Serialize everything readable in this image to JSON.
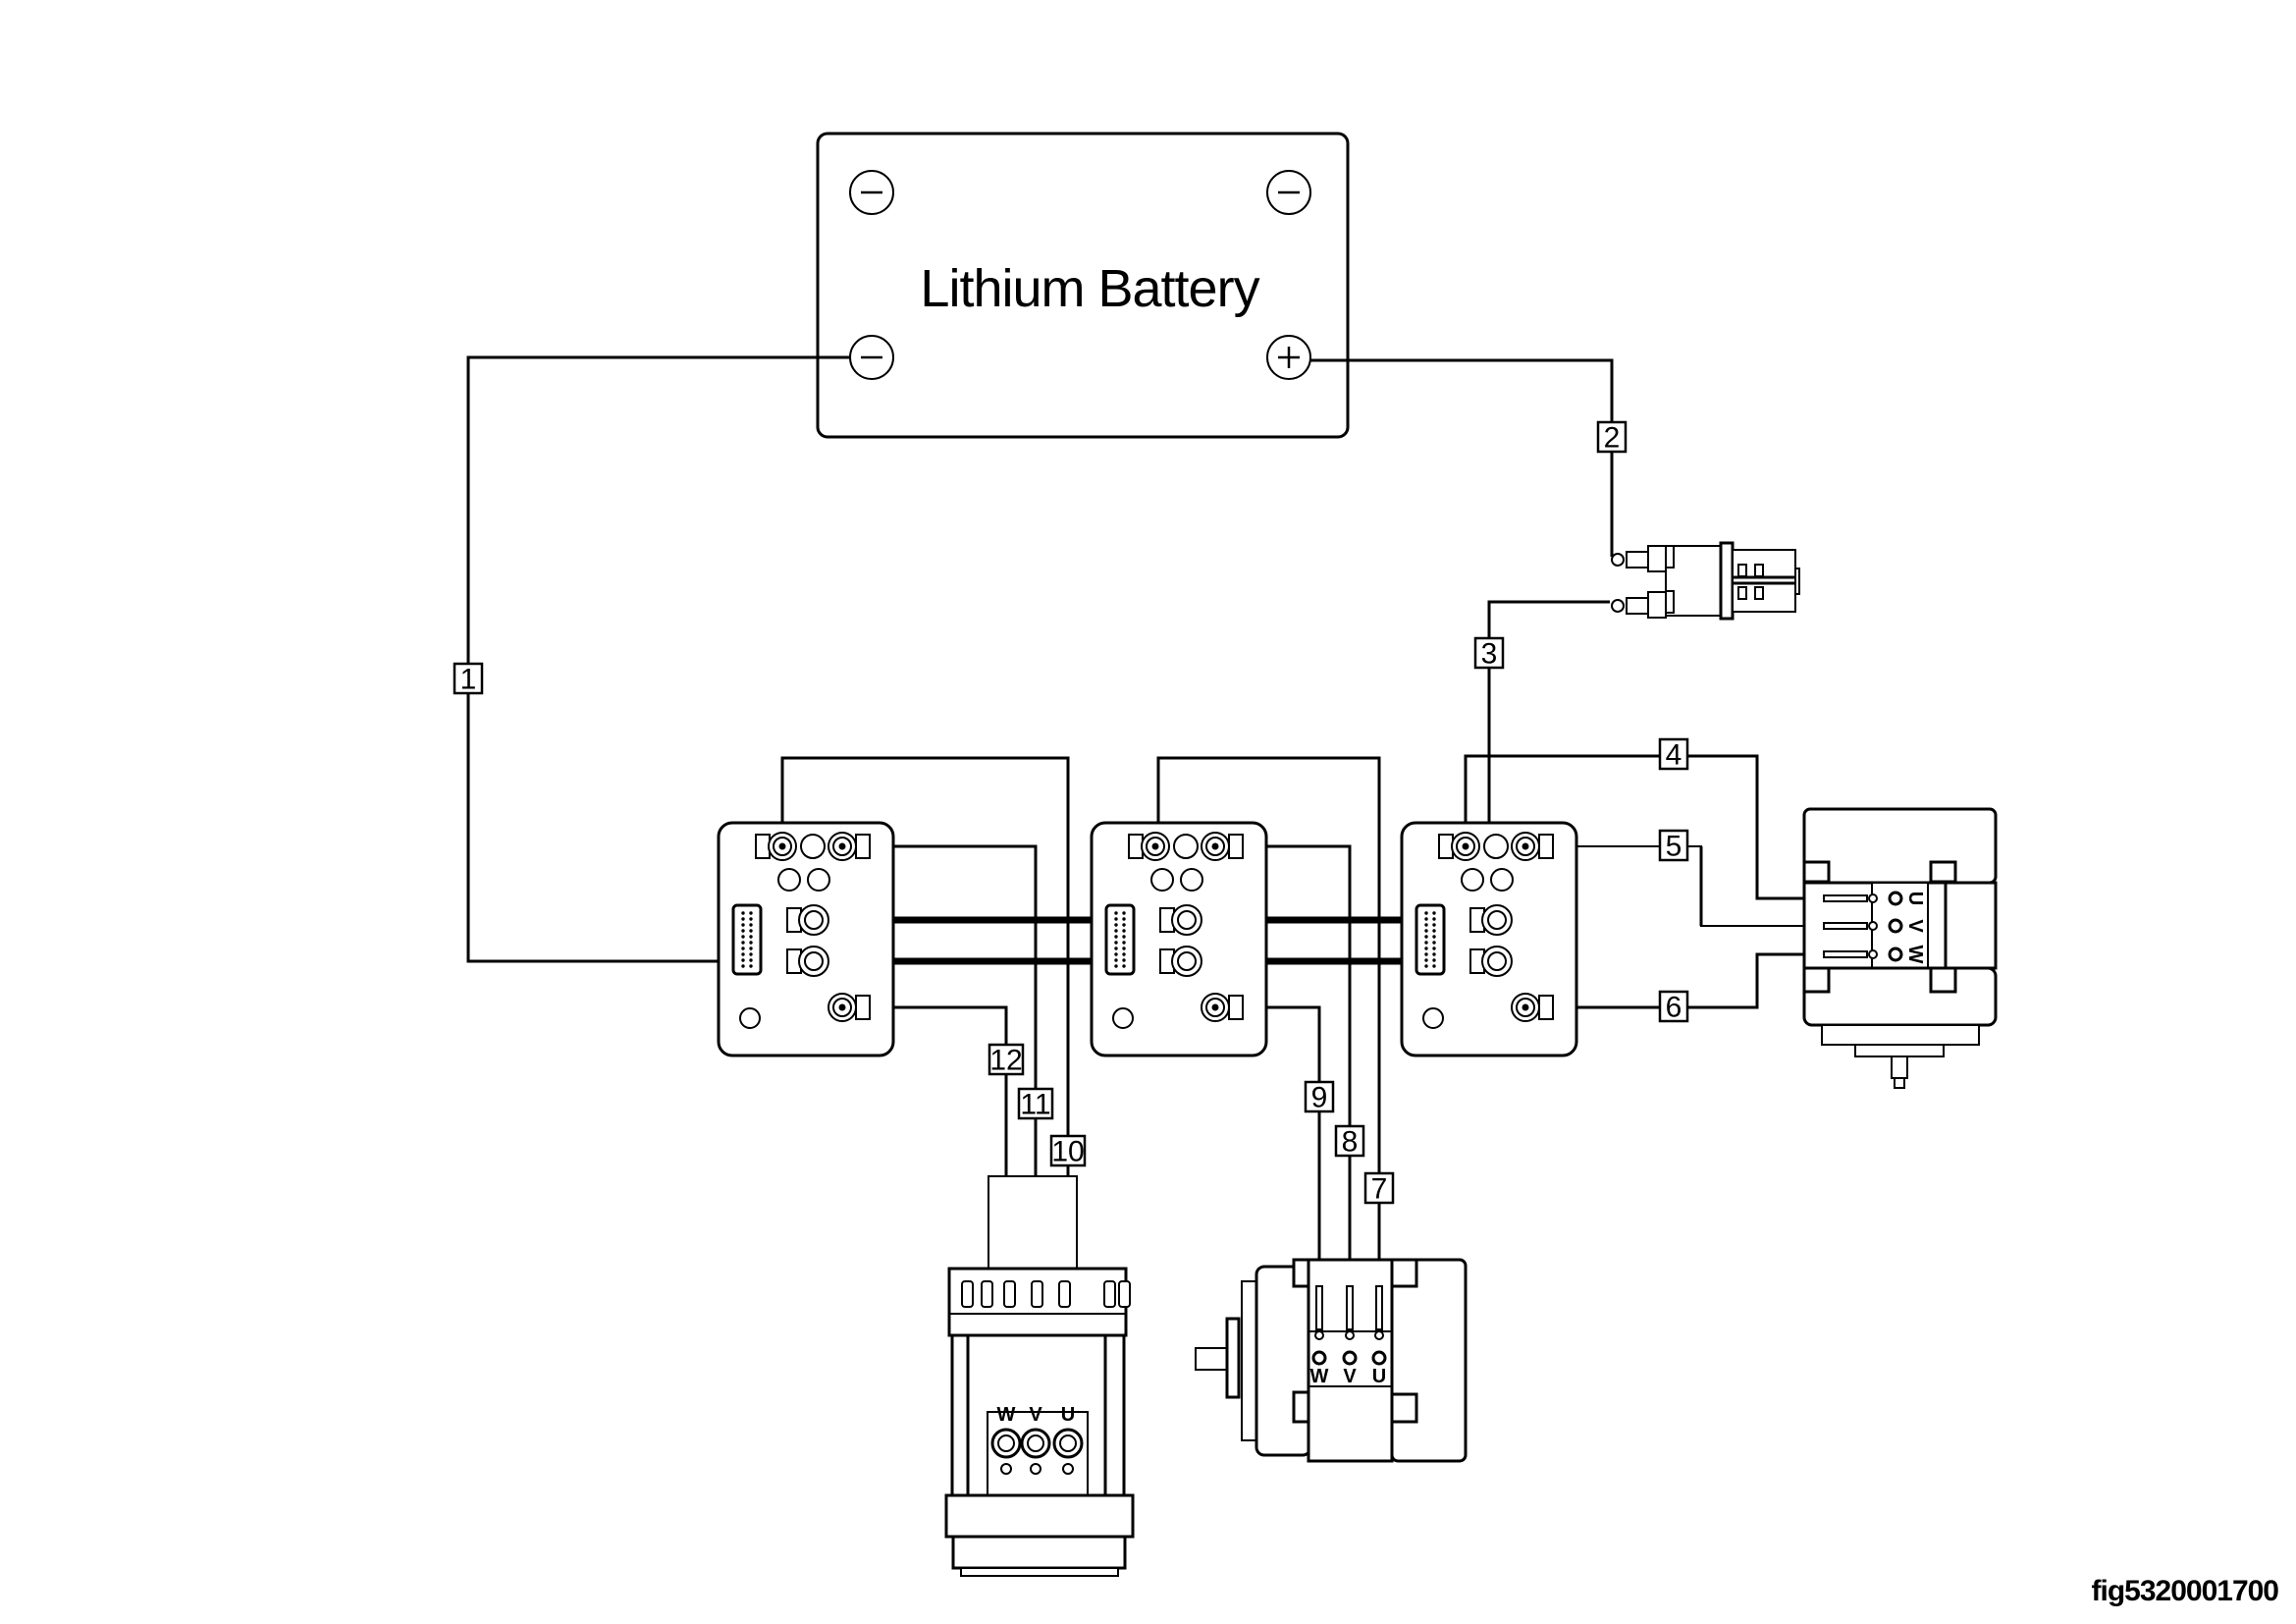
{
  "battery": {
    "title": "Lithium Battery",
    "terminals": [
      "negative",
      "negative",
      "negative",
      "positive"
    ],
    "terminal_symbols": {
      "negative": "−",
      "positive": "+"
    }
  },
  "wire_labels": [
    "1",
    "2",
    "3",
    "4",
    "5",
    "6",
    "7",
    "8",
    "9",
    "10",
    "11",
    "12"
  ],
  "motors": {
    "left": {
      "name": "left-motor",
      "phases": [
        "W",
        "V",
        "U"
      ]
    },
    "middle": {
      "name": "middle-motor",
      "phases": [
        "W",
        "V",
        "U"
      ]
    },
    "right": {
      "name": "right-motor",
      "phases": [
        "U",
        "V",
        "W"
      ]
    }
  },
  "controllers": [
    "controller-left",
    "controller-middle",
    "controller-right"
  ],
  "contactor": {
    "name": "main-contactor"
  },
  "figure_ref": "fig5320001700"
}
